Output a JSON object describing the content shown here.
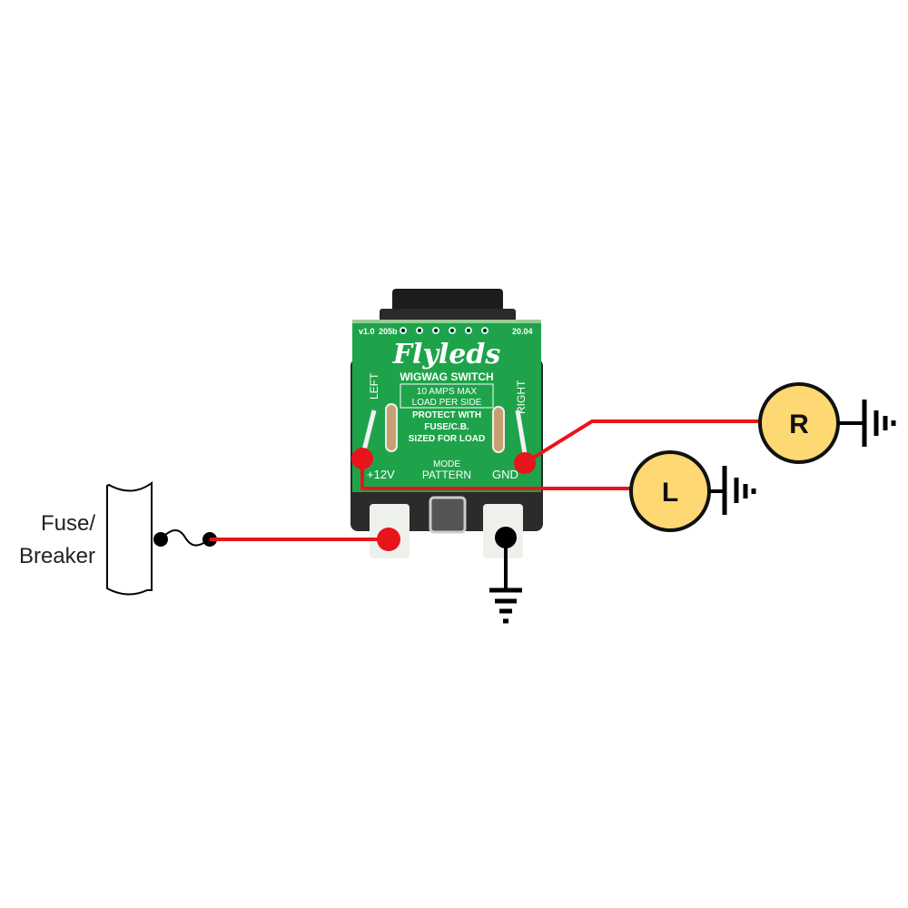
{
  "fuse": {
    "label_line1": "Fuse/",
    "label_line2": "Breaker"
  },
  "switch": {
    "version": "v1.0",
    "code": "205b",
    "date": "20.04",
    "brand": "Flyleds",
    "title": "WIGWAG SWITCH",
    "rating_line1": "10 AMPS MAX",
    "rating_line2": "LOAD PER SIDE",
    "note_line1": "PROTECT WITH",
    "note_line2": "FUSE/C.B.",
    "note_line3": "SIZED FOR LOAD",
    "side_left": "LEFT",
    "side_right": "RIGHT",
    "mode": "MODE",
    "pattern": "PATTERN",
    "plus12v": "+12V",
    "gnd": "GND"
  },
  "lamps": {
    "right": "R",
    "left": "L"
  },
  "colors": {
    "wire": "#e8141b",
    "lamp_fill": "#fdd873",
    "pcb": "#1fa34a",
    "ground": "#000000"
  }
}
